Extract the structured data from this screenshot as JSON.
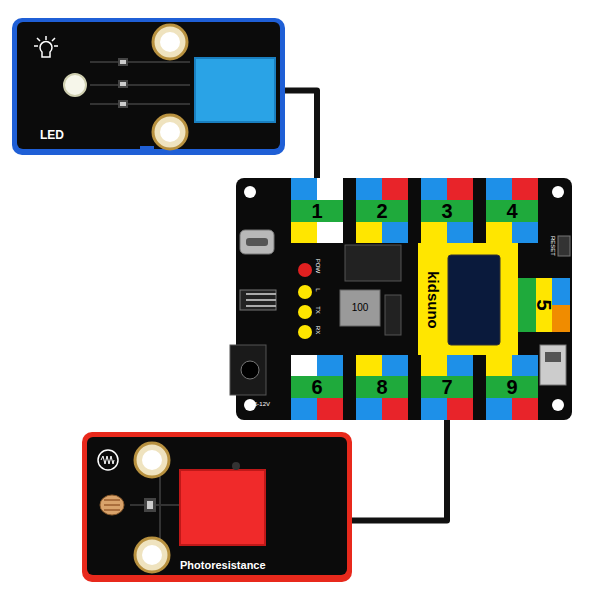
{
  "diagram": {
    "nodes": [
      {
        "text": [
          "LED"
        ]
      },
      {
        "text": [
          "kidsuno"
        ]
      },
      {
        "text": [
          "1"
        ],
        "in": 1
      },
      {
        "text": [
          "2"
        ],
        "in": 1
      },
      {
        "text": [
          "3"
        ],
        "in": 1
      },
      {
        "text": [
          "4"
        ],
        "in": 1
      },
      {
        "text": [
          "5"
        ],
        "in": 1
      },
      {
        "text": [
          "6"
        ],
        "in": 1
      },
      {
        "text": [
          "8"
        ],
        "in": 1
      },
      {
        "text": [
          "7"
        ],
        "in": 1
      },
      {
        "text": [
          "9"
        ],
        "in": 1
      },
      {
        "text": [
          "Photoresistance"
        ]
      }
    ],
    "edges": [
      {
        "from": 0,
        "to": 2,
        "arrow": "none"
      },
      {
        "from": 11,
        "to": 9,
        "arrow": "none"
      }
    ],
    "labels": [
      "POW",
      "L",
      "TX",
      "RX",
      "100",
      "RESET",
      "6-12V"
    ]
  }
}
